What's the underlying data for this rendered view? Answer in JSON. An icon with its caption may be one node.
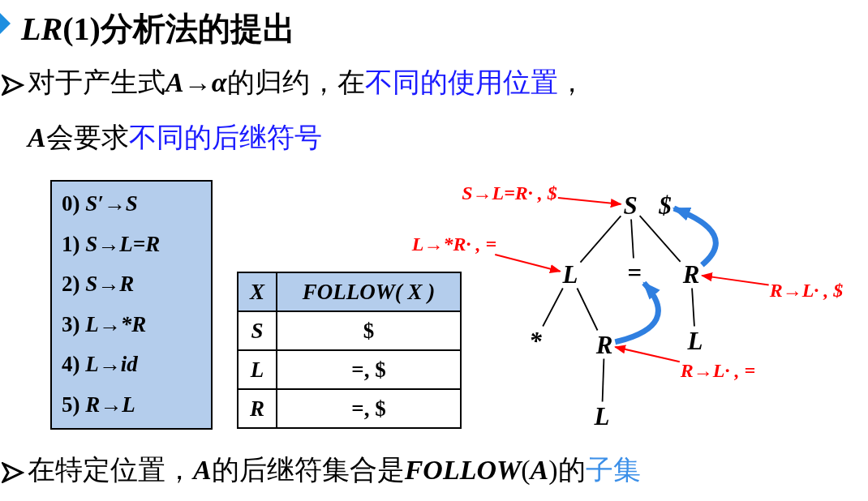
{
  "diagram": {
    "title": "*LR*(1)分析法的提出",
    "nodes": [
      {
        "text": [
          "0) S′→S",
          "1) S→L=R",
          "2) S→R",
          "3) L→*R",
          "4) L→id",
          "5) R→L"
        ]
      },
      {
        "text": [
          "S→L=R· , $"
        ]
      },
      {
        "text": [
          "S"
        ]
      },
      {
        "text": [
          "$"
        ]
      },
      {
        "text": [
          "L→*R· , ="
        ]
      },
      {
        "text": [
          "L"
        ]
      },
      {
        "text": [
          "="
        ]
      },
      {
        "text": [
          "R"
        ]
      },
      {
        "text": [
          "R→L· , $"
        ]
      },
      {
        "text": [
          "*"
        ]
      },
      {
        "text": [
          "R"
        ]
      },
      {
        "text": [
          "L"
        ]
      },
      {
        "text": [
          "R→L· , ="
        ]
      },
      {
        "text": [
          "L"
        ]
      }
    ],
    "edges": [
      {
        "from": 1,
        "to": 2,
        "arrow": "to",
        "color": "#ff0000"
      },
      {
        "from": 2,
        "to": 5,
        "arrow": "none"
      },
      {
        "from": 2,
        "to": 6,
        "arrow": "none"
      },
      {
        "from": 2,
        "to": 7,
        "arrow": "none"
      },
      {
        "from": 4,
        "to": 5,
        "arrow": "to",
        "color": "#ff0000"
      },
      {
        "from": 7,
        "to": 3,
        "arrow": "to",
        "style": "thick",
        "color": "#2f7fe0"
      },
      {
        "from": 8,
        "to": 7,
        "arrow": "to",
        "color": "#ff0000"
      },
      {
        "from": 5,
        "to": 9,
        "arrow": "none"
      },
      {
        "from": 5,
        "to": 10,
        "arrow": "none"
      },
      {
        "from": 7,
        "to": 11,
        "arrow": "none"
      },
      {
        "from": 10,
        "to": 6,
        "arrow": "to",
        "style": "thick",
        "color": "#2f7fe0"
      },
      {
        "from": 12,
        "to": 10,
        "arrow": "to",
        "color": "#ff0000"
      },
      {
        "from": 10,
        "to": 13,
        "arrow": "none"
      }
    ],
    "labels": [
      "对于产生式A→α的归约，在",
      "不同的使用位置",
      "，",
      "A会要求",
      "不同的后继符号",
      "X",
      "FOLLOW( X )",
      "S",
      "$",
      "L",
      "=,  $",
      "R",
      "=,  $",
      "在特定位置，A的后继符集合是FOLLOW(A)的",
      "子集"
    ]
  }
}
